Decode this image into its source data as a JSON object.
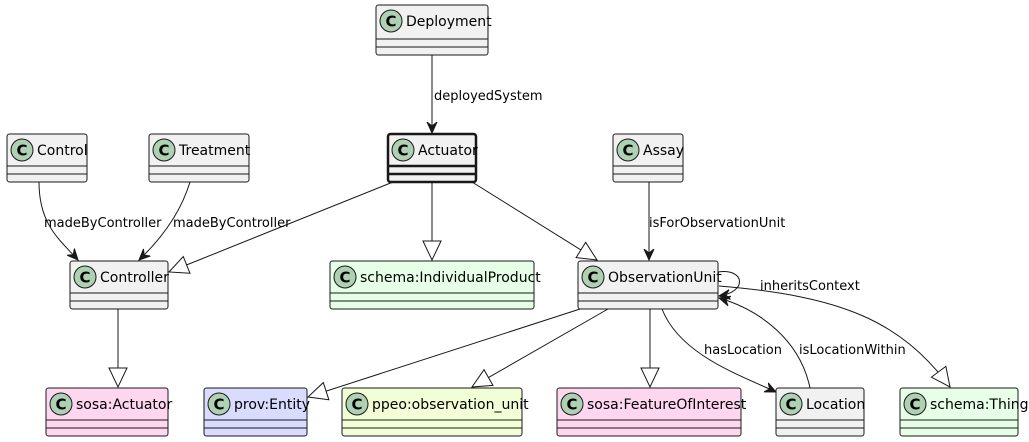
{
  "classes": [
    {
      "id": "deployment",
      "name": "Deployment",
      "stereotype_letter": "C",
      "fill": "#f1f1f1"
    },
    {
      "id": "actuator",
      "name": "Actuator",
      "stereotype_letter": "C",
      "fill": "#f1f1f1",
      "emphasized": true
    },
    {
      "id": "control",
      "name": "Control",
      "stereotype_letter": "C",
      "fill": "#f1f1f1"
    },
    {
      "id": "treatment",
      "name": "Treatment",
      "stereotype_letter": "C",
      "fill": "#f1f1f1"
    },
    {
      "id": "assay",
      "name": "Assay",
      "stereotype_letter": "C",
      "fill": "#f1f1f1"
    },
    {
      "id": "controller",
      "name": "Controller",
      "stereotype_letter": "C",
      "fill": "#f1f1f1"
    },
    {
      "id": "schema-individualproduct",
      "name": "schema:IndividualProduct",
      "stereotype_letter": "C",
      "fill": "#e6ffe6"
    },
    {
      "id": "observationunit",
      "name": "ObservationUnit",
      "stereotype_letter": "C",
      "fill": "#f1f1f1"
    },
    {
      "id": "sosa-actuator",
      "name": "sosa:Actuator",
      "stereotype_letter": "C",
      "fill": "#ffd6f0"
    },
    {
      "id": "prov-entity",
      "name": "prov:Entity",
      "stereotype_letter": "C",
      "fill": "#d9dcff"
    },
    {
      "id": "ppeo-observation-unit",
      "name": "ppeo:observation_unit",
      "stereotype_letter": "C",
      "fill": "#f2ffd6"
    },
    {
      "id": "sosa-featureofinterest",
      "name": "sosa:FeatureOfInterest",
      "stereotype_letter": "C",
      "fill": "#ffd6f0"
    },
    {
      "id": "location",
      "name": "Location",
      "stereotype_letter": "C",
      "fill": "#f1f1f1"
    },
    {
      "id": "schema-thing",
      "name": "schema:Thing",
      "stereotype_letter": "C",
      "fill": "#e6ffe6"
    }
  ],
  "relations": [
    {
      "from": "deployment",
      "to": "actuator",
      "kind": "association",
      "label": "deployedSystem"
    },
    {
      "from": "control",
      "to": "controller",
      "kind": "association",
      "label": "madeByController"
    },
    {
      "from": "treatment",
      "to": "controller",
      "kind": "association",
      "label": "madeByController"
    },
    {
      "from": "actuator",
      "to": "controller",
      "kind": "generalization",
      "label": ""
    },
    {
      "from": "actuator",
      "to": "schema-individualproduct",
      "kind": "generalization",
      "label": ""
    },
    {
      "from": "actuator",
      "to": "observationunit",
      "kind": "generalization",
      "label": ""
    },
    {
      "from": "assay",
      "to": "observationunit",
      "kind": "association",
      "label": "isForObservationUnit"
    },
    {
      "from": "observationunit",
      "to": "observationunit",
      "kind": "association",
      "label": "inheritsContext"
    },
    {
      "from": "controller",
      "to": "sosa-actuator",
      "kind": "generalization",
      "label": ""
    },
    {
      "from": "observationunit",
      "to": "prov-entity",
      "kind": "generalization",
      "label": ""
    },
    {
      "from": "observationunit",
      "to": "ppeo-observation-unit",
      "kind": "generalization",
      "label": ""
    },
    {
      "from": "observationunit",
      "to": "sosa-featureofinterest",
      "kind": "generalization",
      "label": ""
    },
    {
      "from": "observationunit",
      "to": "location",
      "kind": "association",
      "label": "hasLocation"
    },
    {
      "from": "location",
      "to": "observationunit",
      "kind": "association",
      "label": "isLocationWithin"
    },
    {
      "from": "observationunit",
      "to": "schema-thing",
      "kind": "generalization",
      "label": ""
    }
  ],
  "colors": {
    "circle_fill": "#add1b2",
    "border": "#181818",
    "line": "#181818"
  }
}
